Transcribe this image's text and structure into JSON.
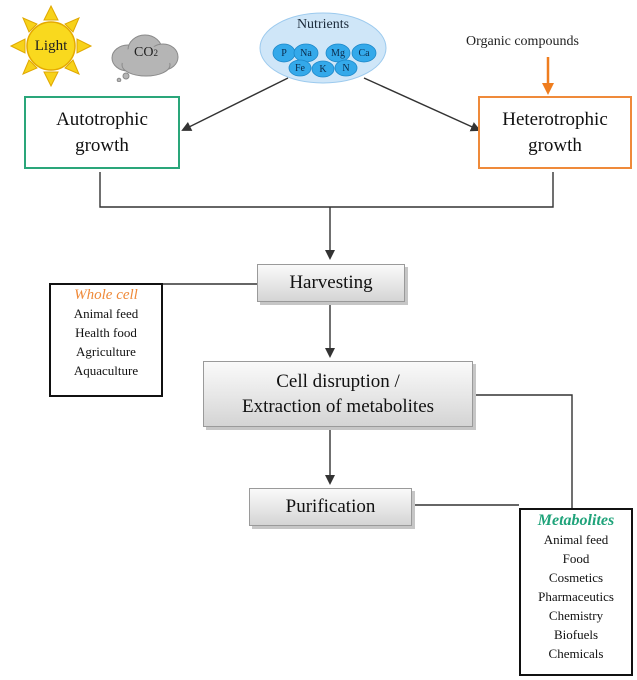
{
  "inputs": {
    "light": "Light",
    "co2": "CO",
    "co2_sub": "2",
    "nutrients_title": "Nutrients",
    "nutrients": [
      "P",
      "Na",
      "Mg",
      "Ca",
      "Fe",
      "K",
      "N"
    ],
    "organic": "Organic compounds"
  },
  "growth": {
    "autotrophic": [
      "Autotrophic",
      "growth"
    ],
    "heterotrophic": [
      "Heterotrophic",
      "growth"
    ]
  },
  "steps": {
    "harvesting": "Harvesting",
    "disruption": [
      "Cell disruption /",
      "Extraction of metabolites"
    ],
    "purification": "Purification"
  },
  "products": {
    "whole_cell": {
      "title": "Whole cell",
      "items": [
        "Animal feed",
        "Health food",
        "Agriculture",
        "Aquaculture"
      ]
    },
    "metabolites": {
      "title": "Metabolites",
      "items": [
        "Animal feed",
        "Food",
        "Cosmetics",
        "Pharmaceutics",
        "Chemistry",
        "Biofuels",
        "Chemicals"
      ]
    }
  },
  "colors": {
    "autotrophic_border": "#2aa67a",
    "heterotrophic_border": "#ef8a3a",
    "whole_cell_title": "#ef8a3a",
    "metabolites_title": "#1fa37a",
    "sun": "#f7d21a",
    "nutrient_cloud": "#cfe6f8",
    "nutrient_bubble": "#34a9ea"
  }
}
